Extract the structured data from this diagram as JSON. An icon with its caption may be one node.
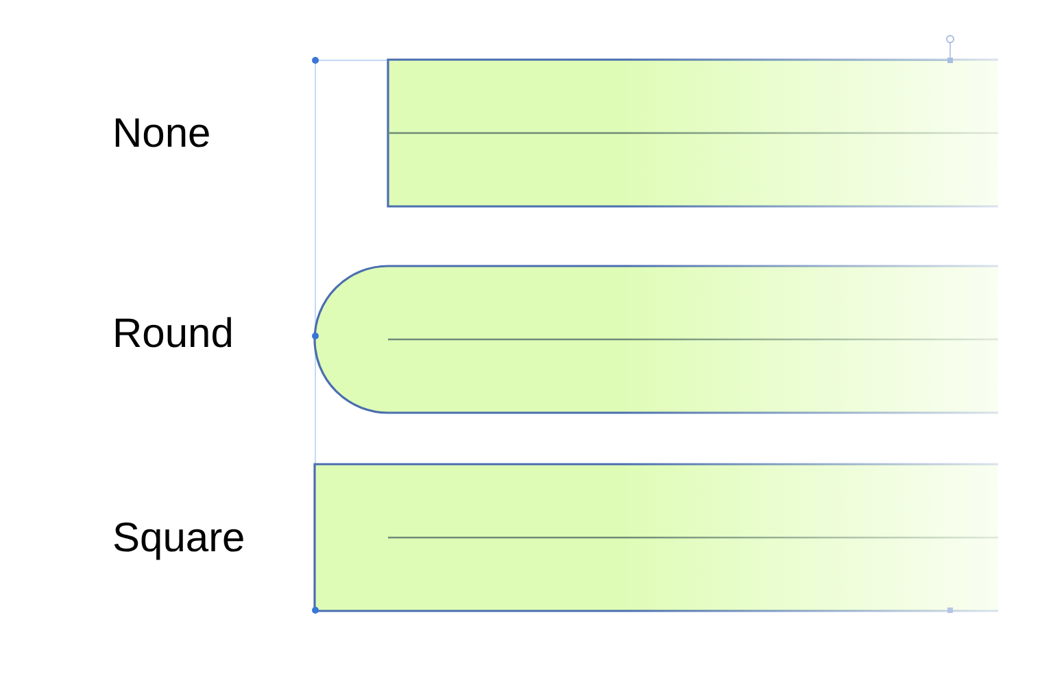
{
  "diagram": {
    "labels": [
      "None",
      "Round",
      "Square"
    ]
  }
}
